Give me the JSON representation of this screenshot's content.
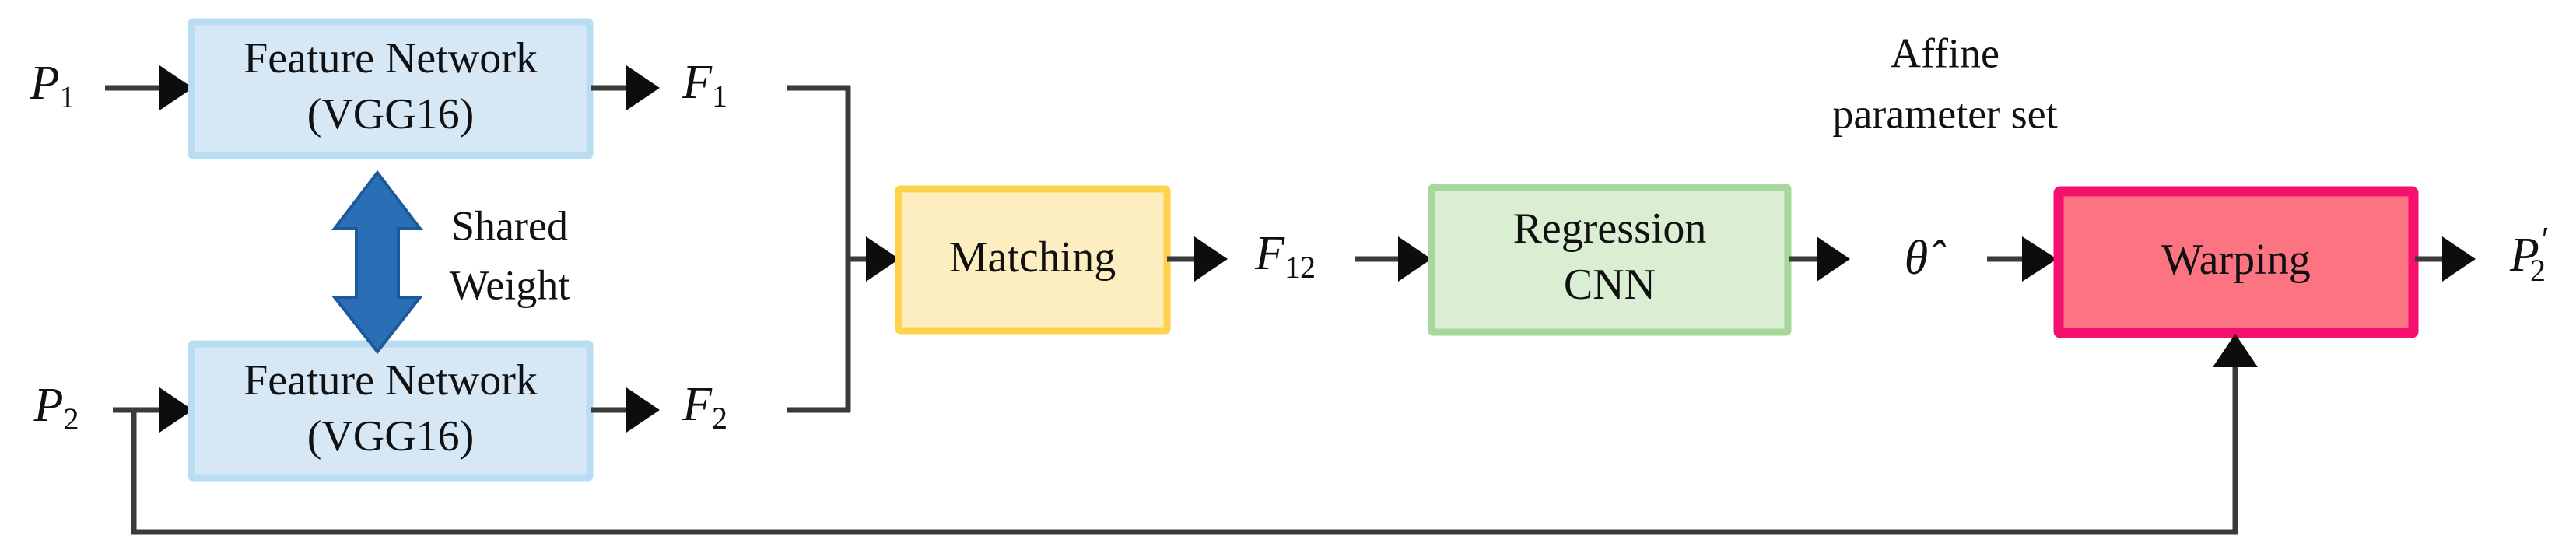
{
  "diagram": {
    "title": "Siamese feature-network affine registration pipeline",
    "background_color": "#ffffff",
    "line_color": "#3a3a3a",
    "arrow_color": "#0d0d0d",
    "nodes": [
      {
        "id": "feature-network-top",
        "line1": "Feature Network",
        "line2": "(VGG16)",
        "fill": "#d6e7f5",
        "stroke": "#b8dcf2"
      },
      {
        "id": "feature-network-bottom",
        "line1": "Feature Network",
        "line2": "(VGG16)",
        "fill": "#d6e7f5",
        "stroke": "#b8dcf2"
      },
      {
        "id": "matching",
        "line1": "Matching",
        "line2": "",
        "fill": "#fdeec2",
        "stroke": "#ffd24d"
      },
      {
        "id": "regression-cnn",
        "line1": "Regression",
        "line2": "CNN",
        "fill": "#d9eed3",
        "stroke": "#a8d79b"
      },
      {
        "id": "warping",
        "line1": "Warping",
        "line2": "",
        "fill": "#fc7481",
        "stroke": "#f50f6e"
      }
    ],
    "labels": {
      "input_p1": "P",
      "input_p1_sub": "1",
      "input_p2": "P",
      "input_p2_sub": "2",
      "feature_f1": "F",
      "feature_f1_sub": "1",
      "feature_f2": "F",
      "feature_f2_sub": "2",
      "feature_f12": "F",
      "feature_f12_sub": "12",
      "theta_hat": "θ̂",
      "output_p2prime": "P",
      "output_p2prime_sub": "2",
      "output_p2prime_prime": "′",
      "shared_weight_line1": "Shared",
      "shared_weight_line2": "Weight",
      "affine_line1": "Affine",
      "affine_line2": "parameter set"
    },
    "shared_weight_arrow": {
      "name": "shared-weight-double-arrow",
      "color": "#2a6fb5",
      "direction": "bidirectional-vertical"
    }
  }
}
